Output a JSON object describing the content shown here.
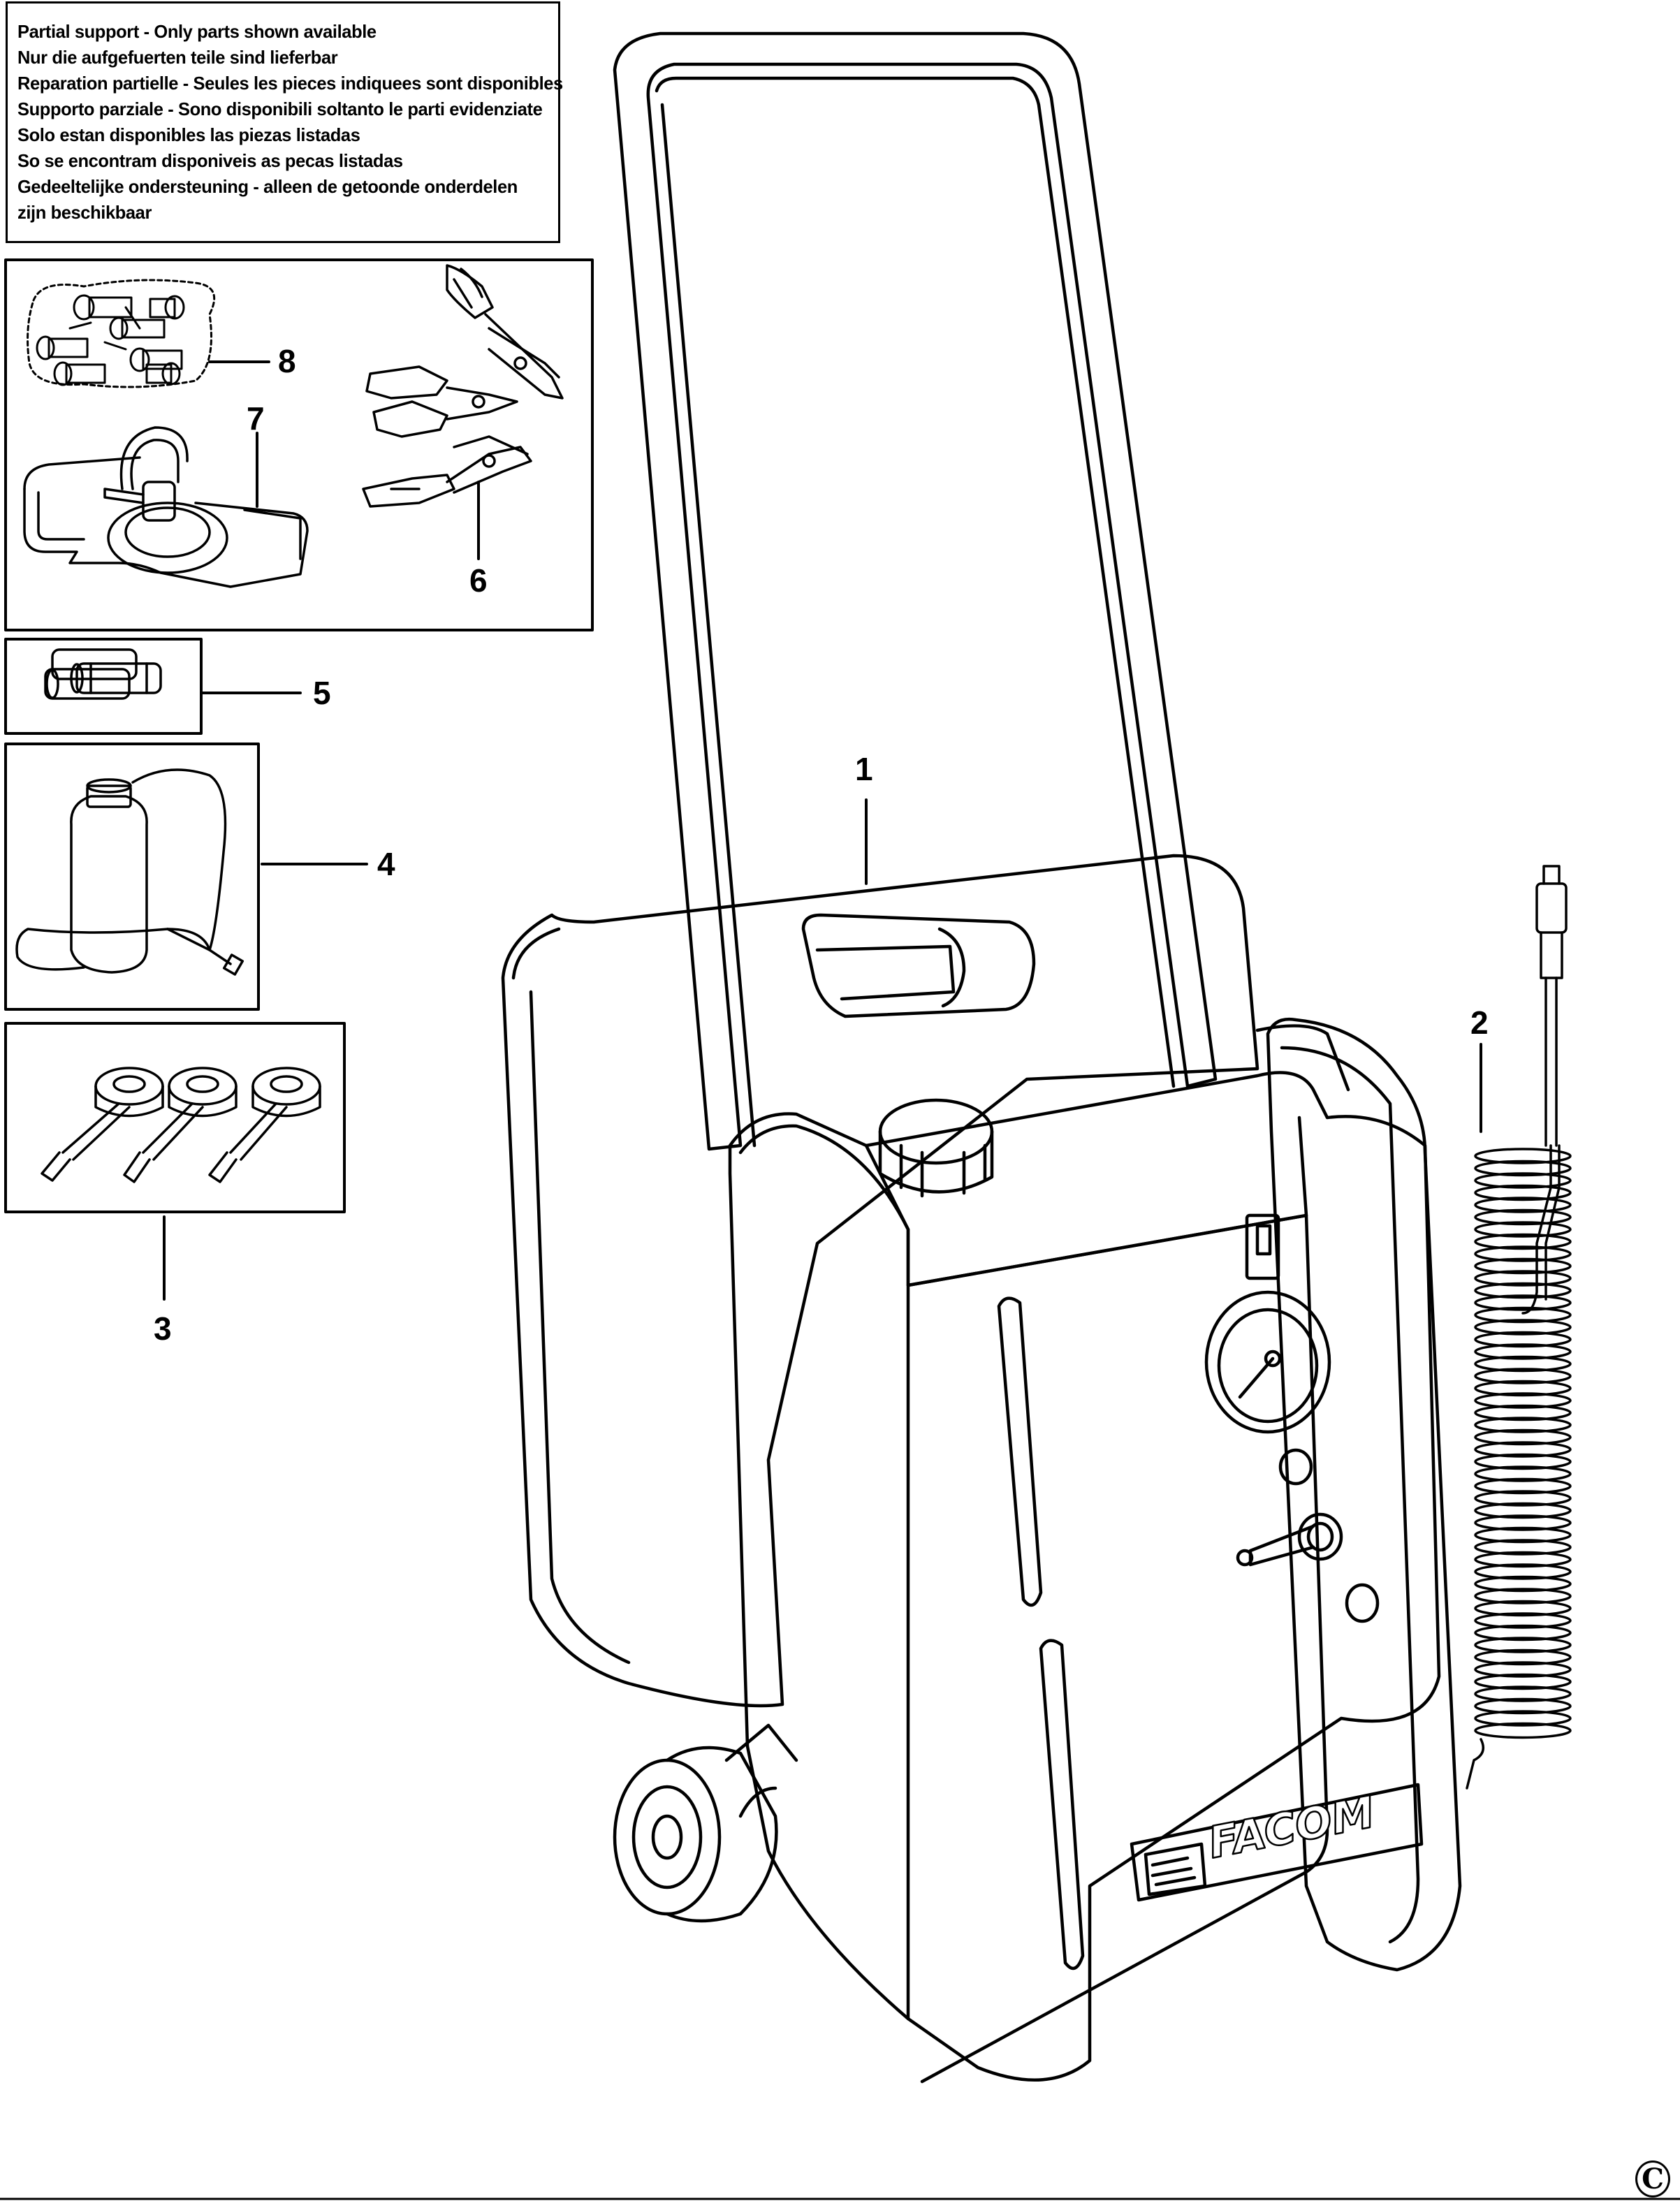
{
  "notice": {
    "lines": [
      "Partial support - Only parts shown available",
      "Nur die aufgefuerten teile sind lieferbar",
      "Reparation partielle - Seules les pieces indiquees sont disponibles",
      "Supporto parziale - Sono disponibili soltanto le parti evidenziate",
      "Solo estan disponibles las piezas listadas",
      "So se encontram disponiveis as pecas listadas",
      "Gedeeltelijke ondersteuning - alleen de getoonde onderdelen",
      "zijn beschikbaar"
    ]
  },
  "callouts": [
    "1",
    "2",
    "3",
    "4",
    "5",
    "6",
    "7",
    "8"
  ],
  "brand_plate": "FACOM",
  "copyright": "C"
}
